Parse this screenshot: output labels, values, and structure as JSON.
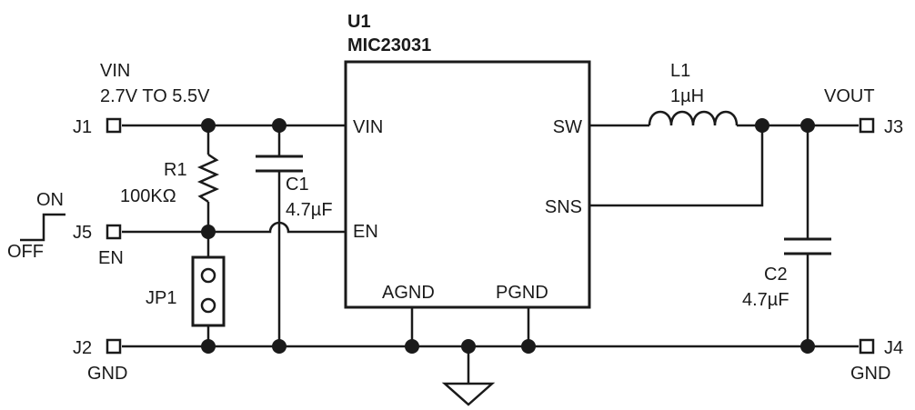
{
  "ic": {
    "refdes": "U1",
    "part": "MIC23031",
    "pins": {
      "vin": "VIN",
      "en": "EN",
      "sw": "SW",
      "sns": "SNS",
      "agnd": "AGND",
      "pgnd": "PGND"
    }
  },
  "input": {
    "label": "VIN",
    "range": "2.7V TO 5.5V"
  },
  "output": {
    "label": "VOUT"
  },
  "connectors": {
    "j1": "J1",
    "j2": "J2",
    "j3": "J3",
    "j4": "J4",
    "j5": "J5",
    "j5_label": "EN",
    "j2_label": "GND",
    "j4_label": "GND"
  },
  "resistor": {
    "refdes": "R1",
    "value": "100KΩ"
  },
  "cap_in": {
    "refdes": "C1",
    "value": "4.7µF"
  },
  "cap_out": {
    "refdes": "C2",
    "value": "4.7µF"
  },
  "inductor": {
    "refdes": "L1",
    "value": "1µH"
  },
  "jumper": {
    "refdes": "JP1"
  },
  "en_signal": {
    "on": "ON",
    "off": "OFF"
  },
  "colors": {
    "ink": "#1a1a1a",
    "background": "#ffffff"
  }
}
